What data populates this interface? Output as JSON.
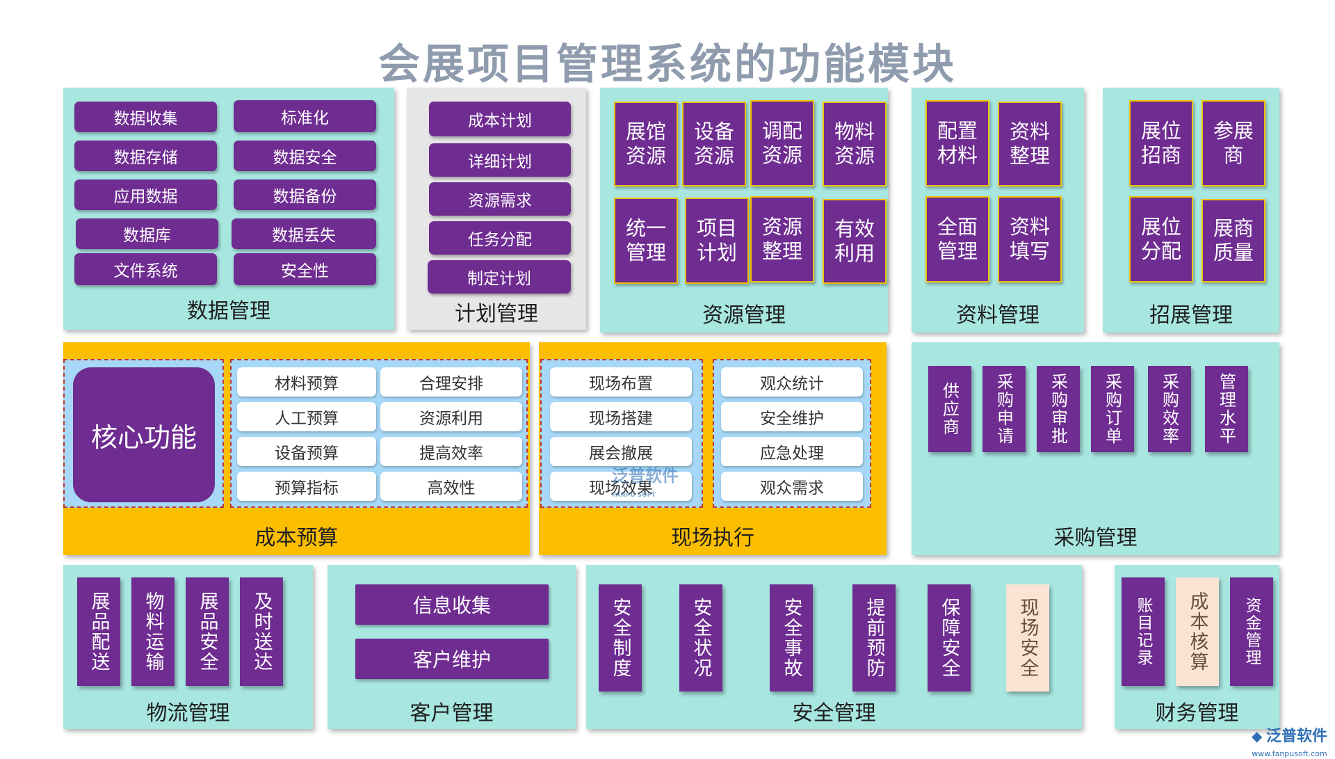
{
  "title": "会展项目管理系统的功能模块",
  "data_mgmt": {
    "label": "数据管理",
    "items": [
      "数据收集",
      "标准化",
      "数据存储",
      "数据安全",
      "应用数据",
      "数据备份",
      "数据库",
      "数据丢失",
      "文件系统",
      "安全性"
    ]
  },
  "plan_mgmt": {
    "label": "计划管理",
    "items": [
      "成本计划",
      "详细计划",
      "资源需求",
      "任务分配",
      "制定计划"
    ]
  },
  "resource_mgmt": {
    "label": "资源管理",
    "items": [
      "展馆资源",
      "设备资源",
      "调配资源",
      "物料资源",
      "统一管理",
      "项目计划",
      "资源整理",
      "有效利用"
    ]
  },
  "material_mgmt": {
    "label": "资料管理",
    "items": [
      "配置材料",
      "资料整理",
      "全面管理",
      "资料填写"
    ]
  },
  "exhibit_mgmt": {
    "label": "招展管理",
    "items": [
      "展位招商",
      "参展商",
      "展位分配",
      "展商质量"
    ]
  },
  "cost_budget": {
    "label": "成本预算",
    "core": "核心功能",
    "items": [
      "材料预算",
      "合理安排",
      "人工预算",
      "资源利用",
      "设备预算",
      "提高效率",
      "预算指标",
      "高效性"
    ]
  },
  "onsite": {
    "label": "现场执行",
    "left": [
      "现场布置",
      "现场搭建",
      "展会撤展",
      "现场效果"
    ],
    "right": [
      "观众统计",
      "安全维护",
      "应急处理",
      "观众需求"
    ]
  },
  "purchase_mgmt": {
    "label": "采购管理",
    "items": [
      "供应商",
      "采购申请",
      "采购审批",
      "采购订单",
      "采购效率",
      "管理水平"
    ]
  },
  "logistics_mgmt": {
    "label": "物流管理",
    "items": [
      "展品配送",
      "物料运输",
      "展品安全",
      "及时送达"
    ]
  },
  "customer_mgmt": {
    "label": "客户管理",
    "items": [
      "信息收集",
      "客户维护"
    ]
  },
  "safety_mgmt": {
    "label": "安全管理",
    "items": [
      "安全制度",
      "安全状况",
      "安全事故",
      "提前预防",
      "保障安全",
      "现场安全"
    ]
  },
  "finance_mgmt": {
    "label": "财务管理",
    "items": [
      "账目记录",
      "成本核算",
      "资金管理"
    ]
  },
  "watermark": {
    "center": "泛普软件",
    "center_sub": "FANPU SOFT",
    "corner": "泛普软件",
    "corner_url": "www.fanpusoft.com"
  },
  "colors": {
    "teal": "#a8e6e0",
    "purple": "#6f2c91",
    "orange": "#fcbe00",
    "light_blue": "#a7d8f7",
    "cream": "#f9e4d4",
    "title_gray": "#8f9cae"
  }
}
